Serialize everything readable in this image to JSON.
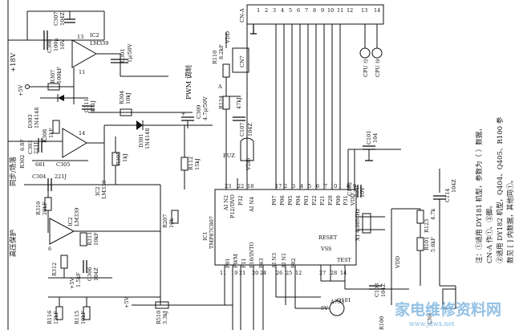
{
  "vertical_labels": {
    "plus18v": "+18V",
    "sync_blank": "同步/场落",
    "hv_protect": "高压保护",
    "pwm_adjust": "PWM 调制"
  },
  "ic2": "IC2",
  "lm339": "LM339",
  "ic1": "IC1",
  "mcu": "TMP87C807",
  "connector": "CN-A",
  "cn7": "CN7",
  "buz": "BUZ",
  "vdd": "VDD",
  "vss": "VSS",
  "gnd_a": "A",
  "plus5v": "+5V",
  "comp": {
    "C307": [
      "C307",
      "104Z"
    ],
    "C308": [
      "C308",
      "100μ",
      "16V"
    ],
    "C301": [
      "C301",
      "1μ/50V"
    ],
    "R307": [
      "R307",
      "100kF"
    ],
    "D303": [
      "D303",
      "1N4148"
    ],
    "C311": [
      "C311",
      "471J"
    ],
    "R304": [
      "R304",
      "10kJ"
    ],
    "C309": [
      "C309",
      "4.7μ/50V"
    ],
    "D301": [
      "D301",
      "1N4148"
    ],
    "R308": [
      "R308",
      "1kF"
    ],
    "C303": [
      "C303",
      "221J"
    ],
    "R305": [
      "R305",
      "1kJ"
    ],
    "C305": [
      "C305",
      "681"
    ],
    "R302": [
      "R302",
      "6.8F"
    ],
    "C304": [
      "C304",
      "221J"
    ],
    "R310": [
      "R310",
      "20kF"
    ],
    "R311": [
      "R311",
      "10kF"
    ],
    "R312": [
      "R312",
      "1.5kF"
    ],
    "C306": [
      "C306",
      "104Z"
    ],
    "R116": [
      "R116",
      "12kF"
    ],
    "R115": [
      "R115",
      "10kF"
    ],
    "R510": [
      "R510",
      "3.3kJ"
    ],
    "R112": [
      "R112",
      "15kJ"
    ],
    "R207": [
      "R207",
      "10k"
    ],
    "R110": [
      "R110",
      "8.2kF"
    ],
    "R124": [
      "R124",
      "47kJ"
    ],
    "C107": [
      "C107",
      "104Z"
    ],
    "C101": [
      "C101",
      "104"
    ],
    "C102": [
      "C102",
      "2.2μ",
      "10V"
    ],
    "X1": [
      "X1",
      "4.00MHz"
    ],
    "C114": [
      "C114",
      "104Z"
    ],
    "R123": [
      "R123",
      "4.7k"
    ],
    "R101": [
      "R101",
      "5.6kF"
    ],
    "C103": [
      "C103",
      "104Z"
    ],
    "Q101": [
      "Q101",
      "A733"
    ],
    "R100": [
      "R100"
    ],
    "CN6": [
      "CN6"
    ]
  },
  "pins": {
    "an2": "AI N2",
    "p12": "P12/DVO",
    "p32": "P32",
    "an4": "AI N4",
    "p01": "P01",
    "pwm": "PWM",
    "p11": "P11",
    "p10": "P10/INTO",
    "p63": "P63",
    "an3": "AI N3",
    "an1": "AI N1",
    "p02": "P02",
    "p07": "P07",
    "p06": "P06",
    "p05": "P05",
    "p04": "P04",
    "p03": "P03",
    "p22": "P22",
    "p21": "P21",
    "p20": "P20",
    "p00": "P00",
    "p31": "P31",
    "reset": "RESET",
    "vss": "VSS",
    "test": "TEST"
  },
  "connector_numbers": [
    "1",
    "2",
    "3",
    "4",
    "5",
    "6",
    "7",
    "8",
    "9",
    "10",
    "11",
    "12",
    "13",
    "14"
  ],
  "cpu_labels": [
    "CPU ⑬",
    "CPU ⑭"
  ],
  "notes": [
    "注：①适用 DY181 机型，参数为（ ）数据，",
    "CN-A 作①、③脚。",
    "②适用 DY182 机型，Q404、Q405、R100 参",
    "数见 [ ] 内数据，其他同①。"
  ],
  "watermark": {
    "main": "家电维修资料网",
    "sub": "www.jdwx.net"
  }
}
